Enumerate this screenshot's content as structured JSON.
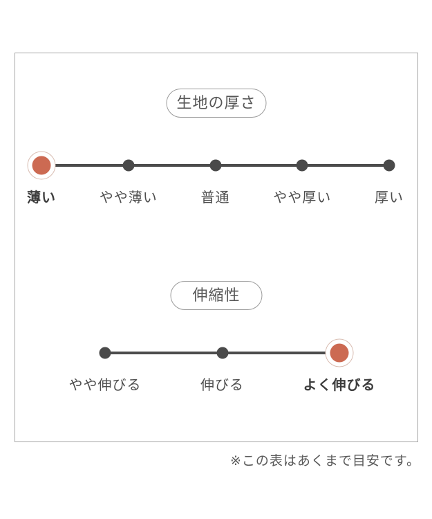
{
  "note": "※この表はあくまで目安です。",
  "colors": {
    "accent": "#cc6a52",
    "accent_ring": "#d9bdb2",
    "dot": "#4a4a4a",
    "line": "#4c4c4c",
    "panel_border": "#a6a6a6",
    "pill_border": "#9b9b9b",
    "title_text": "#575757",
    "label_text": "#4d4d4d"
  },
  "chart_data": [
    {
      "type": "scale",
      "title": "生地の厚さ",
      "categories": [
        "薄い",
        "やや薄い",
        "普通",
        "やや厚い",
        "厚い"
      ],
      "selected": "薄い",
      "selected_index": 0,
      "legend_position": "none",
      "grid": false
    },
    {
      "type": "scale",
      "title": "伸縮性",
      "categories": [
        "やや伸びる",
        "伸びる",
        "よく伸びる"
      ],
      "selected": "よく伸びる",
      "selected_index": 2,
      "legend_position": "none",
      "grid": false
    }
  ]
}
